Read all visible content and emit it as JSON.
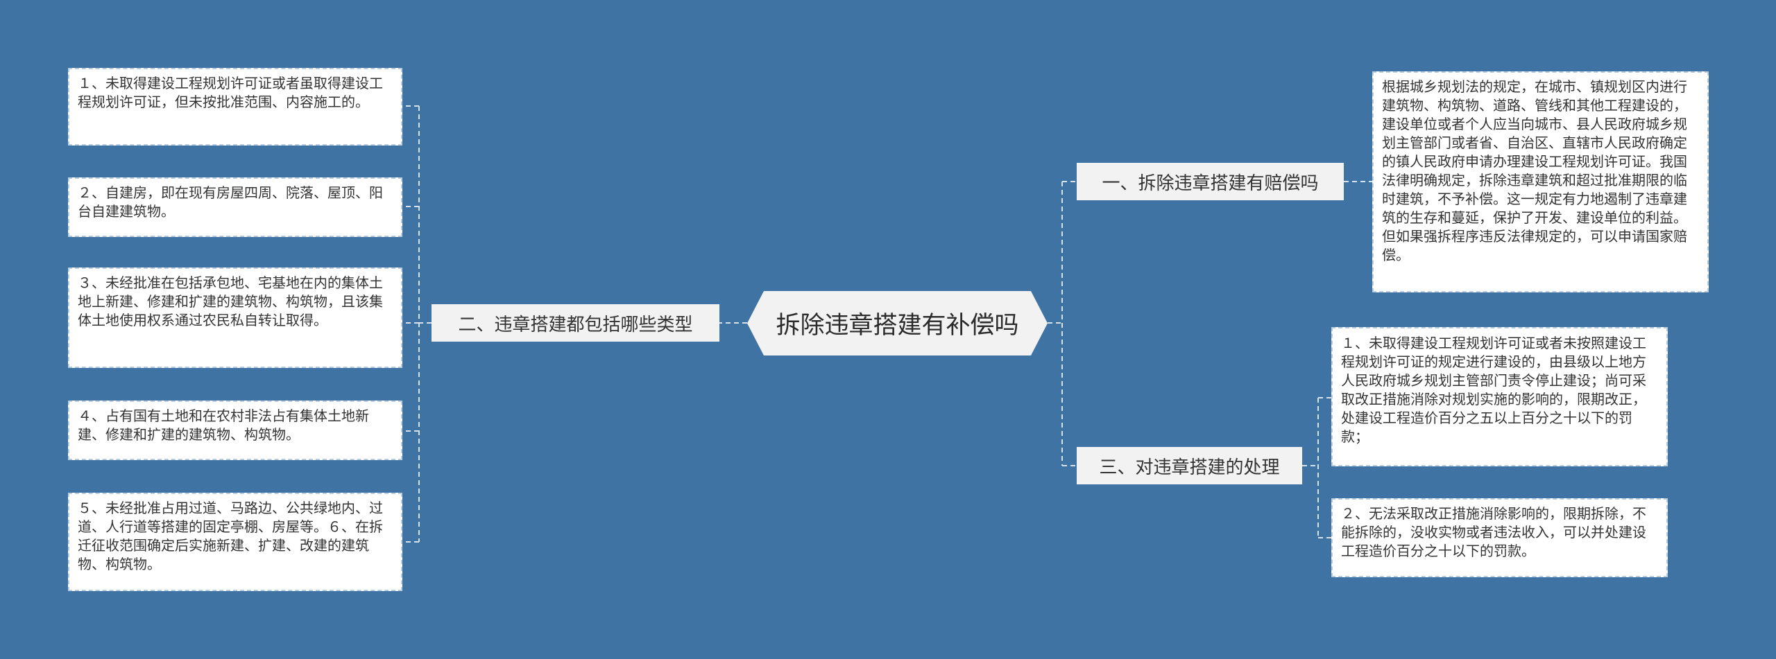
{
  "root": {
    "label": "拆除违章搭建有补偿吗"
  },
  "branches": {
    "b1": {
      "label": "一、拆除违章搭建有赔偿吗"
    },
    "b2": {
      "label": "二、违章搭建都包括哪些类型"
    },
    "b3": {
      "label": "三、对违章搭建的处理"
    }
  },
  "leaves": {
    "r1": "根据城乡规划法的规定，在城市、镇规划区内进行建筑物、构筑物、道路、管线和其他工程建设的，建设单位或者个人应当向城市、县人民政府城乡规划主管部门或者省、自治区、直辖市人民政府确定的镇人民政府申请办理建设工程规划许可证。我国法律明确规定，拆除违章建筑和超过批准期限的临时建筑，不予补偿。这一规定有力地遏制了违章建筑的生存和蔓延，保护了开发、建设单位的利益。但如果强拆程序违反法律规定的，可以申请国家赔偿。",
    "r2": "１、未取得建设工程规划许可证或者未按照建设工程规划许可证的规定进行建设的，由县级以上地方人民政府城乡规划主管部门责令停止建设；尚可采取改正措施消除对规划实施的影响的，限期改正，处建设工程造价百分之五以上百分之十以下的罚款；",
    "r3": "２、无法采取改正措施消除影响的，限期拆除，不能拆除的，没收实物或者违法收入，可以并处建设工程造价百分之十以下的罚款。",
    "l1": "１、未取得建设工程规划许可证或者虽取得建设工程规划许可证，但未按批准范围、内容施工的。",
    "l2": "２、自建房，即在现有房屋四周、院落、屋顶、阳台自建建筑物。",
    "l3": "３、未经批准在包括承包地、宅基地在内的集体土地上新建、修建和扩建的建筑物、构筑物，且该集体土地使用权系通过农民私自转让取得。",
    "l4": "４、占有国有土地和在农村非法占有集体土地新建、修建和扩建的建筑物、构筑物。",
    "l5": "５、未经批准占用过道、马路边、公共绿地内、过道、人行道等搭建的固定亭棚、房屋等。６、在拆迁征收范围确定后实施新建、扩建、改建的建筑物、构筑物。"
  },
  "colors": {
    "background": "#3e73a4",
    "node_fill": "#f2f2f2",
    "leaf_fill": "#ffffff",
    "connector": "#d6e2ee"
  }
}
